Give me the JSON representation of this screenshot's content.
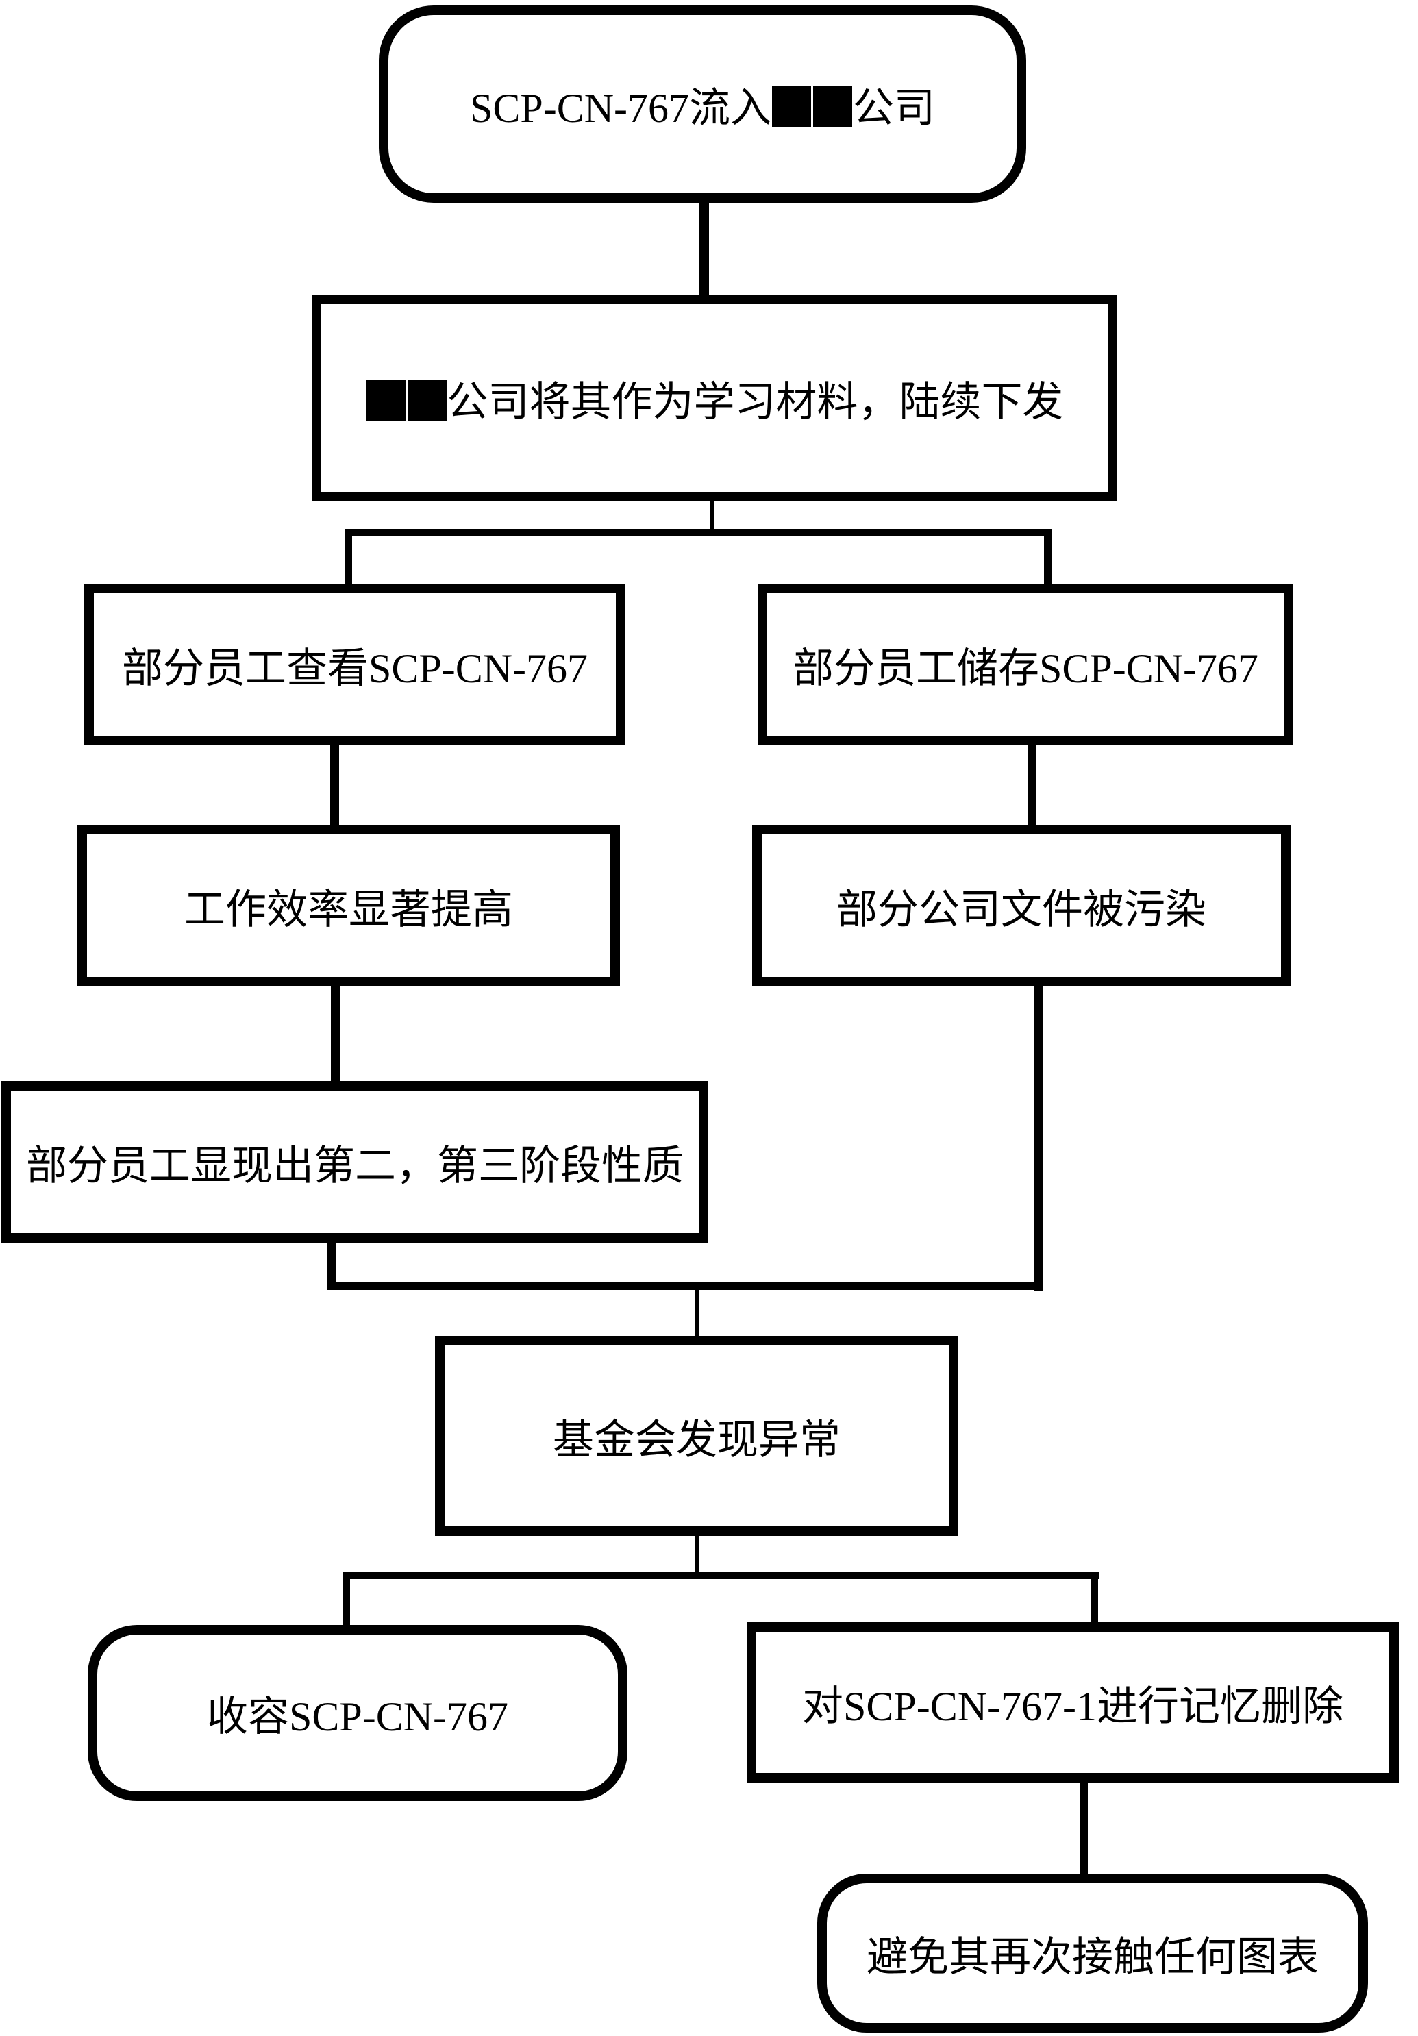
{
  "page": {
    "background": "#ffffff",
    "ink": "#000000"
  },
  "diagram": {
    "type": "flowchart",
    "subject": "SCP-CN-767",
    "nodes": {
      "n1": {
        "shape": "rounded",
        "prefix": "SCP-CN-767流入",
        "redaction": "██",
        "suffix": "公司"
      },
      "n2": {
        "shape": "rect",
        "prefix": "",
        "redaction": "██",
        "suffix": "公司将其作为学习材料，陆续下发"
      },
      "n3l": {
        "shape": "rect",
        "label": "部分员工查看SCP-CN-767"
      },
      "n3r": {
        "shape": "rect",
        "label": "部分员工储存SCP-CN-767"
      },
      "n4l": {
        "shape": "rect",
        "label": "工作效率显著提高"
      },
      "n4r": {
        "shape": "rect",
        "label": "部分公司文件被污染"
      },
      "n5l": {
        "shape": "rect",
        "label": "部分员工显现出第二，第三阶段性质"
      },
      "n6": {
        "shape": "rect",
        "label": "基金会发现异常"
      },
      "n7l": {
        "shape": "rounded",
        "label": "收容SCP-CN-767"
      },
      "n7r": {
        "shape": "rect",
        "label": "对SCP-CN-767-1进行记忆删除"
      },
      "n8": {
        "shape": "rounded",
        "label": "避免其再次接触任何图表"
      }
    },
    "edges": [
      {
        "from": "n1",
        "to": "n2"
      },
      {
        "from": "n2",
        "to": "n3l"
      },
      {
        "from": "n2",
        "to": "n3r"
      },
      {
        "from": "n3l",
        "to": "n4l"
      },
      {
        "from": "n3r",
        "to": "n4r"
      },
      {
        "from": "n4l",
        "to": "n5l"
      },
      {
        "from": "n4r",
        "to": "n6"
      },
      {
        "from": "n5l",
        "to": "n6"
      },
      {
        "from": "n6",
        "to": "n7l"
      },
      {
        "from": "n6",
        "to": "n7r"
      },
      {
        "from": "n7r",
        "to": "n8"
      }
    ]
  }
}
